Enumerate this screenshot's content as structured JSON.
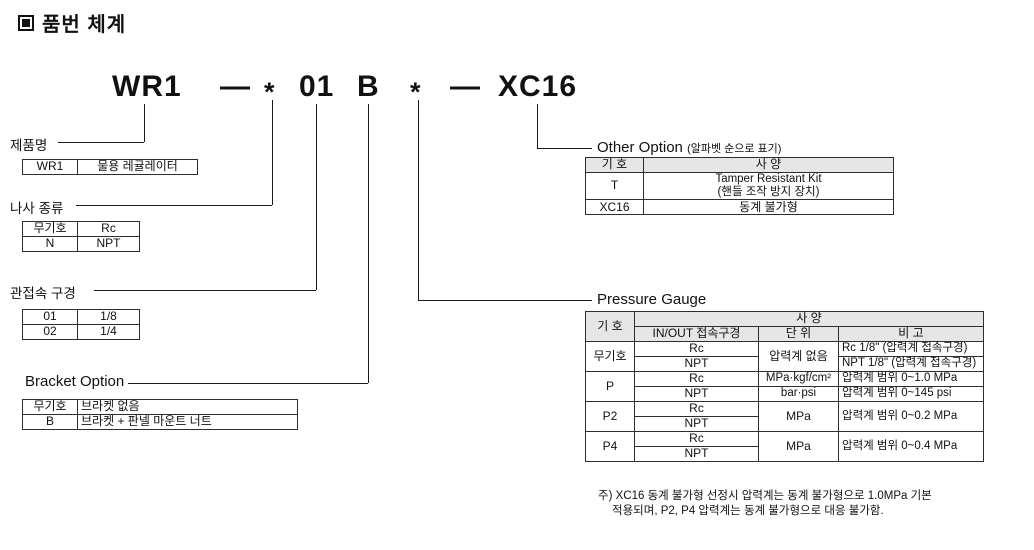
{
  "page": {
    "title": "품번 체계"
  },
  "model_code": {
    "product": "WR1",
    "dash1": "—",
    "thread_symbol": "*",
    "port_size": "01",
    "bracket": "B",
    "gauge_symbol": "*",
    "dash2": "—",
    "other_option": "XC16"
  },
  "product_name": {
    "label": "제품명",
    "code": "WR1",
    "desc": "물용 레귤레이터"
  },
  "thread_type": {
    "label": "나사 종류",
    "rows": [
      {
        "code": "무기호",
        "desc": "Rc"
      },
      {
        "code": "N",
        "desc": "NPT"
      }
    ]
  },
  "port_size": {
    "label": "관접속 구경",
    "rows": [
      {
        "code": "01",
        "desc": "1/8"
      },
      {
        "code": "02",
        "desc": "1/4"
      }
    ]
  },
  "bracket_option": {
    "label": "Bracket Option",
    "rows": [
      {
        "code": "무기호",
        "desc": "브라켓 없음"
      },
      {
        "code": "B",
        "desc": "브라켓 + 판넬 마운트 너트"
      }
    ]
  },
  "other_option": {
    "label": "Other Option",
    "label_note": "(알파벳 순으로 표기)",
    "header": {
      "code": "기 호",
      "spec": "사 양"
    },
    "rows": [
      {
        "code": "T",
        "desc_line1": "Tamper Resistant Kit",
        "desc_line2": "(핸들 조작 방지 장치)"
      },
      {
        "code": "XC16",
        "desc": "동계 불가형"
      }
    ]
  },
  "pressure_gauge": {
    "label": "Pressure Gauge",
    "header": {
      "code": "기 호",
      "spec": "사 양",
      "port": "IN/OUT 접속구경",
      "unit": "단 위",
      "note": "비 고"
    },
    "groups": [
      {
        "code": "무기호",
        "port1": "Rc",
        "port2": "NPT",
        "unit": "압력계 없음",
        "note1": "Rc 1/8\" (압력계 접속구경)",
        "note2": "NPT 1/8\" (압력계 접속구경)"
      },
      {
        "code": "P",
        "port1": "Rc",
        "port2": "NPT",
        "unit1": "MPa·kgf/cm²",
        "unit2": "bar·psi",
        "note1": "압력계 범위 0~1.0 MPa",
        "note2": "압력계 범위 0~145 psi"
      },
      {
        "code": "P2",
        "port1": "Rc",
        "port2": "NPT",
        "unit": "MPa",
        "note": "압력계 범위 0~0.2 MPa"
      },
      {
        "code": "P4",
        "port1": "Rc",
        "port2": "NPT",
        "unit": "MPa",
        "note": "압력계 범위 0~0.4 MPa"
      }
    ]
  },
  "footnote": {
    "line1": "주) XC16 동계 불가형 선정시 압력계는 동계 불가형으로 1.0MPa 기본",
    "line2": "적용되며, P2, P4 압력계는 동계 불가형으로 대응 불가함."
  }
}
